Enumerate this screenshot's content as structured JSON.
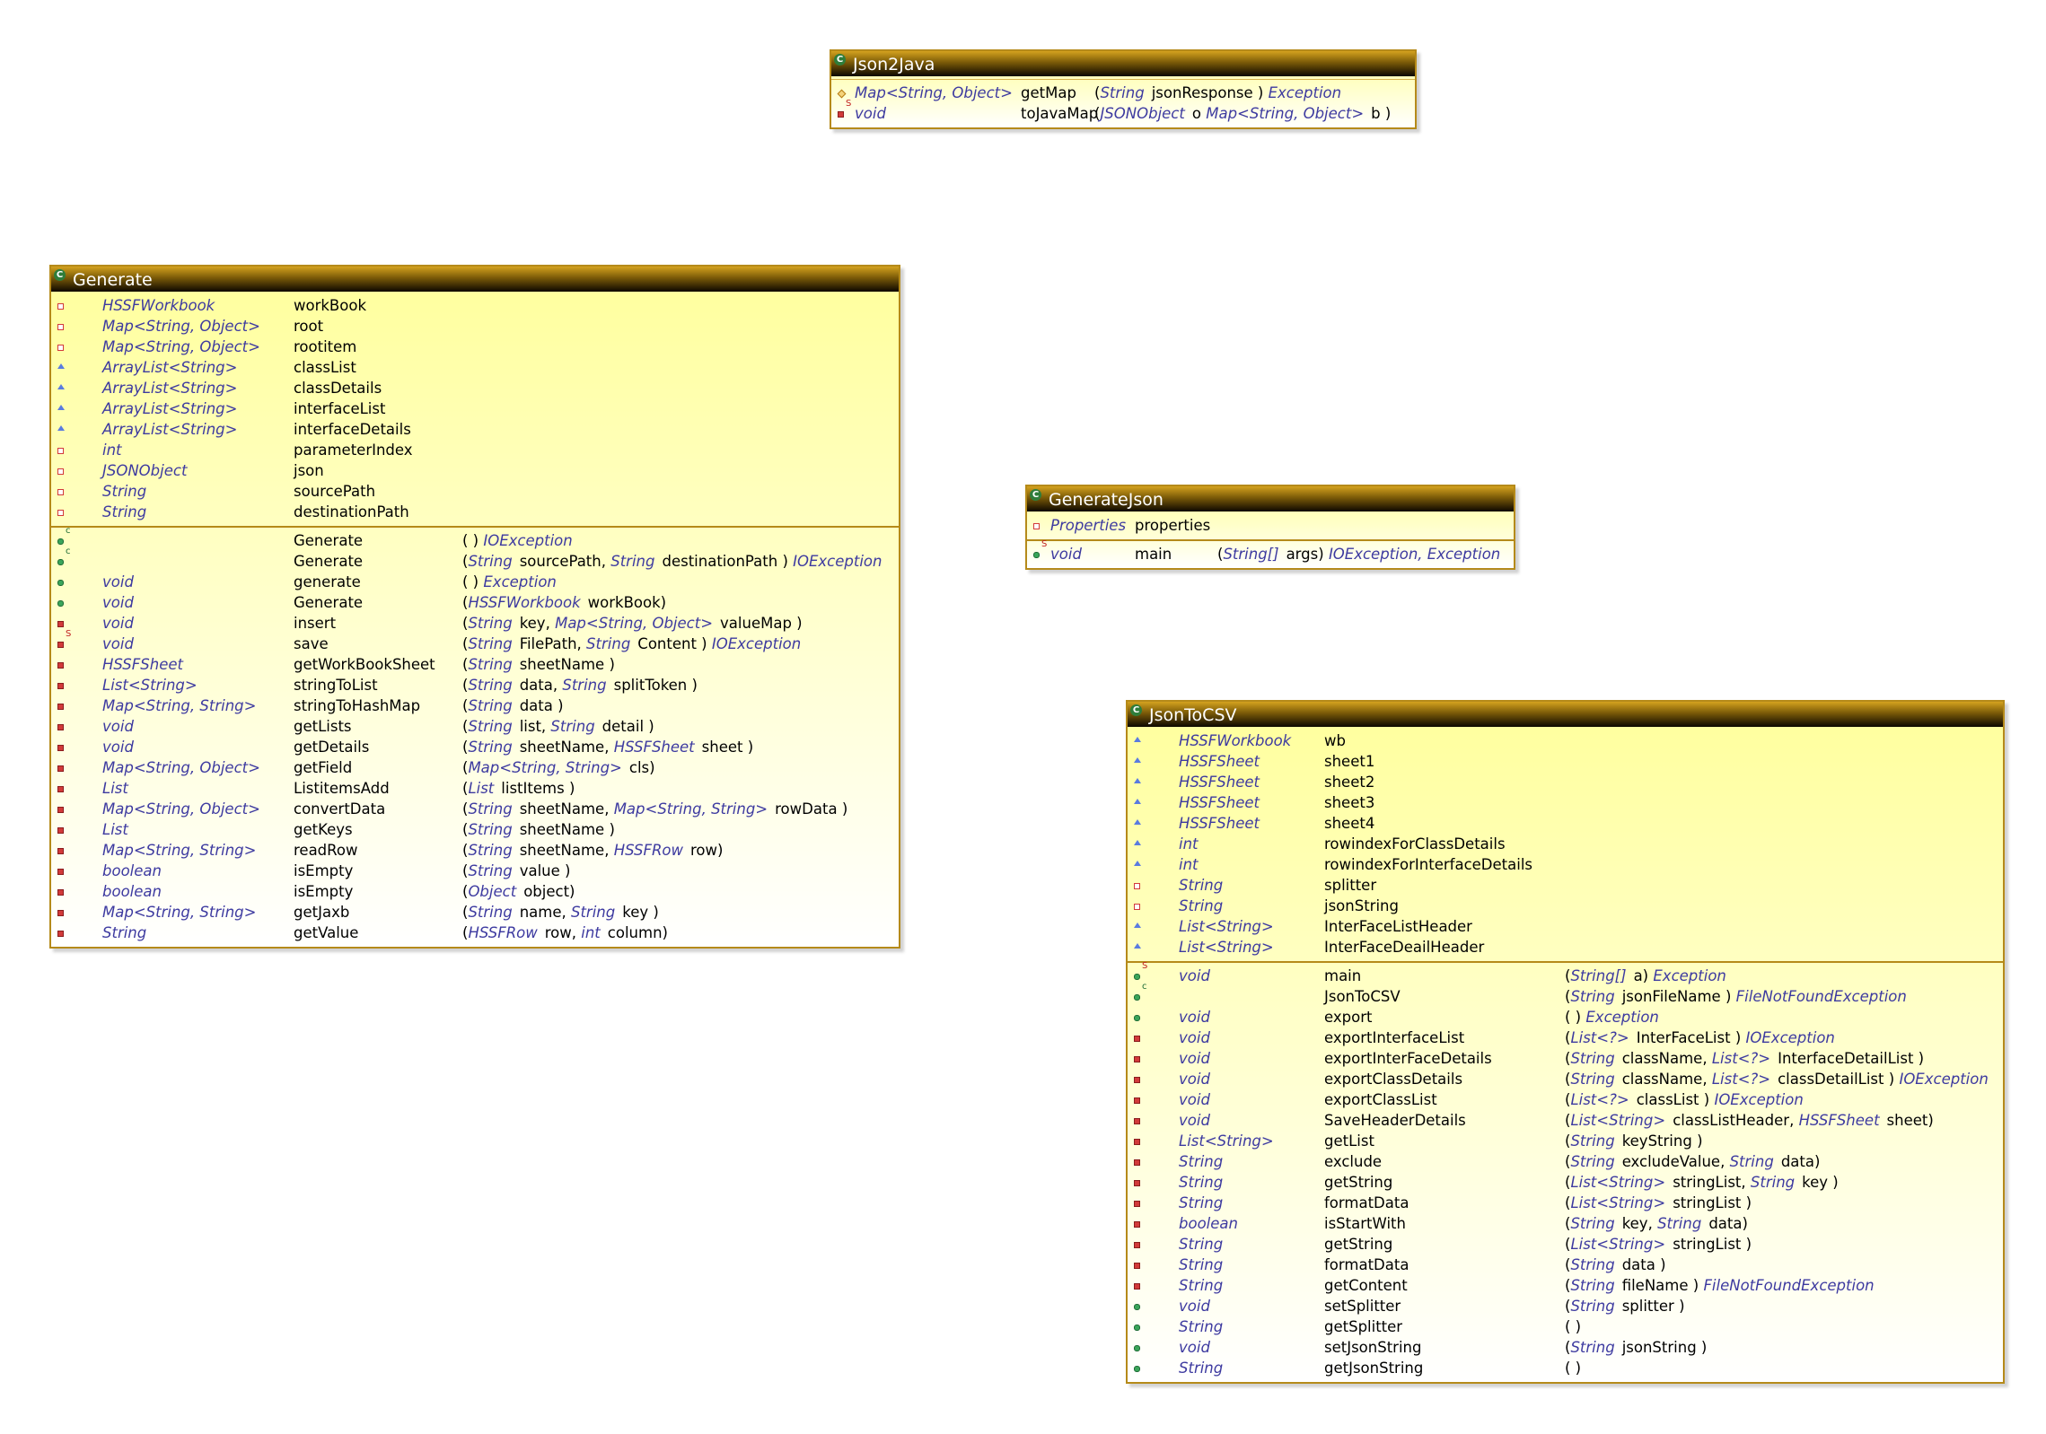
{
  "classes": {
    "json2java": {
      "name": "Json2Java",
      "fields": [],
      "methods": [
        {
          "vis": "protected",
          "mod": "",
          "type": "Map<String, Object>",
          "name": "getMap",
          "params": [
            [
              "String",
              "jsonResponse"
            ]
          ],
          "throws": "Exception"
        },
        {
          "vis": "private",
          "mod": "S",
          "type": "void",
          "name": "toJavaMap",
          "params": [
            [
              "JSONObject",
              "o"
            ],
            [
              "Map<String, Object>",
              "b"
            ]
          ],
          "throws": ""
        }
      ]
    },
    "generate": {
      "name": "Generate",
      "fields": [
        {
          "vis": "private",
          "type": "HSSFWorkbook",
          "name": "workBook"
        },
        {
          "vis": "private",
          "type": "Map<String, Object>",
          "name": "root"
        },
        {
          "vis": "private",
          "type": "Map<String, Object>",
          "name": "rootitem"
        },
        {
          "vis": "package",
          "type": "ArrayList<String>",
          "name": "classList"
        },
        {
          "vis": "package",
          "type": "ArrayList<String>",
          "name": "classDetails"
        },
        {
          "vis": "package",
          "type": "ArrayList<String>",
          "name": "interfaceList"
        },
        {
          "vis": "package",
          "type": "ArrayList<String>",
          "name": "interfaceDetails"
        },
        {
          "vis": "private",
          "type": "int",
          "name": "parameterIndex"
        },
        {
          "vis": "private",
          "type": "JSONObject",
          "name": "json"
        },
        {
          "vis": "private",
          "type": "String",
          "name": "sourcePath"
        },
        {
          "vis": "private",
          "type": "String",
          "name": "destinationPath"
        }
      ],
      "methods": [
        {
          "vis": "public",
          "mod": "c",
          "type": "",
          "name": "Generate",
          "params": [],
          "throws": "IOException"
        },
        {
          "vis": "public",
          "mod": "c",
          "type": "",
          "name": "Generate",
          "params": [
            [
              "String",
              "sourcePath,"
            ],
            [
              "String",
              "destinationPath"
            ]
          ],
          "throws": "IOException"
        },
        {
          "vis": "public",
          "mod": "",
          "type": "void",
          "name": "generate",
          "params": [],
          "throws": "Exception"
        },
        {
          "vis": "public",
          "mod": "",
          "type": "void",
          "name": "Generate",
          "params": [
            [
              "HSSFWorkbook",
              "workBook)"
            ]
          ],
          "throws": ""
        },
        {
          "vis": "private",
          "mod": "",
          "type": "void",
          "name": "insert",
          "params": [
            [
              "String",
              "key,"
            ],
            [
              "Map<String, Object>",
              "valueMap"
            ]
          ],
          "throws": ""
        },
        {
          "vis": "private",
          "mod": "S",
          "type": "void",
          "name": "save",
          "params": [
            [
              "String",
              "FilePath,"
            ],
            [
              "String",
              "Content"
            ]
          ],
          "throws": "IOException"
        },
        {
          "vis": "private",
          "mod": "",
          "type": "HSSFSheet",
          "name": "getWorkBookSheet",
          "params": [
            [
              "String",
              "sheetName"
            ]
          ],
          "throws": ""
        },
        {
          "vis": "private",
          "mod": "",
          "type": "List<String>",
          "name": "stringToList",
          "params": [
            [
              "String",
              "data,"
            ],
            [
              "String",
              "splitToken"
            ]
          ],
          "throws": ""
        },
        {
          "vis": "private",
          "mod": "",
          "type": "Map<String, String>",
          "name": "stringToHashMap",
          "params": [
            [
              "String",
              "data"
            ]
          ],
          "throws": ""
        },
        {
          "vis": "private",
          "mod": "",
          "type": "void",
          "name": "getLists",
          "params": [
            [
              "String",
              "list,"
            ],
            [
              "String",
              "detail"
            ]
          ],
          "throws": ""
        },
        {
          "vis": "private",
          "mod": "",
          "type": "void",
          "name": "getDetails",
          "params": [
            [
              "String",
              "sheetName,"
            ],
            [
              "HSSFSheet",
              "sheet"
            ]
          ],
          "throws": ""
        },
        {
          "vis": "private",
          "mod": "",
          "type": "Map<String, Object>",
          "name": "getField",
          "params": [
            [
              "Map<String, String>",
              "cls)"
            ]
          ],
          "throws": ""
        },
        {
          "vis": "private",
          "mod": "",
          "type": "List",
          "name": "ListitemsAdd",
          "params": [
            [
              "List",
              "listItems"
            ]
          ],
          "throws": ""
        },
        {
          "vis": "private",
          "mod": "",
          "type": "Map<String, Object>",
          "name": "convertData",
          "params": [
            [
              "String",
              "sheetName,"
            ],
            [
              "Map<String, String>",
              "rowData"
            ]
          ],
          "throws": ""
        },
        {
          "vis": "private",
          "mod": "",
          "type": "List",
          "name": "getKeys",
          "params": [
            [
              "String",
              "sheetName"
            ]
          ],
          "throws": ""
        },
        {
          "vis": "private",
          "mod": "",
          "type": "Map<String, String>",
          "name": "readRow",
          "params": [
            [
              "String",
              "sheetName,"
            ],
            [
              "HSSFRow",
              "row)"
            ]
          ],
          "throws": ""
        },
        {
          "vis": "private",
          "mod": "",
          "type": "boolean",
          "name": "isEmpty",
          "params": [
            [
              "String",
              "value"
            ]
          ],
          "throws": ""
        },
        {
          "vis": "private",
          "mod": "",
          "type": "boolean",
          "name": "isEmpty",
          "params": [
            [
              "Object",
              "object)"
            ]
          ],
          "throws": ""
        },
        {
          "vis": "private",
          "mod": "",
          "type": "Map<String, String>",
          "name": "getJaxb",
          "params": [
            [
              "String",
              "name,"
            ],
            [
              "String",
              "key"
            ]
          ],
          "throws": ""
        },
        {
          "vis": "private",
          "mod": "",
          "type": "String",
          "name": "getValue",
          "params": [
            [
              "HSSFRow",
              "row,"
            ],
            [
              "int",
              "column)"
            ]
          ],
          "throws": ""
        }
      ]
    },
    "generatejson": {
      "name": "GenerateJson",
      "fields": [
        {
          "vis": "private",
          "type": "Properties",
          "name": "properties"
        }
      ],
      "methods": [
        {
          "vis": "public",
          "mod": "S",
          "type": "void",
          "name": "main",
          "params": [
            [
              "String[]",
              "args)"
            ]
          ],
          "throws": "IOException,  Exception"
        }
      ]
    },
    "jsontocsv": {
      "name": "JsonToCSV",
      "fields": [
        {
          "vis": "package",
          "type": "HSSFWorkbook",
          "name": "wb"
        },
        {
          "vis": "package",
          "type": "HSSFSheet",
          "name": "sheet1"
        },
        {
          "vis": "package",
          "type": "HSSFSheet",
          "name": "sheet2"
        },
        {
          "vis": "package",
          "type": "HSSFSheet",
          "name": "sheet3"
        },
        {
          "vis": "package",
          "type": "HSSFSheet",
          "name": "sheet4"
        },
        {
          "vis": "package",
          "type": "int",
          "name": "rowindexForClassDetails"
        },
        {
          "vis": "package",
          "type": "int",
          "name": "rowindexForInterfaceDetails"
        },
        {
          "vis": "private",
          "type": "String",
          "name": "splitter"
        },
        {
          "vis": "private",
          "type": "String",
          "name": "jsonString"
        },
        {
          "vis": "package",
          "type": "List<String>",
          "name": "InterFaceListHeader"
        },
        {
          "vis": "package",
          "type": "List<String>",
          "name": "InterFaceDeailHeader"
        }
      ],
      "methods": [
        {
          "vis": "public",
          "mod": "S",
          "type": "void",
          "name": "main",
          "params": [
            [
              "String[]",
              "a)"
            ]
          ],
          "throws": "Exception"
        },
        {
          "vis": "public",
          "mod": "c",
          "type": "",
          "name": "JsonToCSV",
          "params": [
            [
              "String",
              "jsonFileName"
            ]
          ],
          "throws": "FileNotFoundException"
        },
        {
          "vis": "public",
          "mod": "",
          "type": "void",
          "name": "export",
          "params": [],
          "throws": "Exception"
        },
        {
          "vis": "private",
          "mod": "",
          "type": "void",
          "name": "exportInterfaceList",
          "params": [
            [
              "List<?>",
              "InterFaceList"
            ]
          ],
          "throws": "IOException"
        },
        {
          "vis": "private",
          "mod": "",
          "type": "void",
          "name": "exportInterFaceDetails",
          "params": [
            [
              "String",
              "className,"
            ],
            [
              "List<?>",
              "InterfaceDetailList"
            ]
          ],
          "throws": ""
        },
        {
          "vis": "private",
          "mod": "",
          "type": "void",
          "name": "exportClassDetails",
          "params": [
            [
              "String",
              "className,"
            ],
            [
              "List<?>",
              "classDetailList"
            ]
          ],
          "throws": "IOException"
        },
        {
          "vis": "private",
          "mod": "",
          "type": "void",
          "name": "exportClassList",
          "params": [
            [
              "List<?>",
              "classList"
            ]
          ],
          "throws": "IOException"
        },
        {
          "vis": "private",
          "mod": "",
          "type": "void",
          "name": "SaveHeaderDetails",
          "params": [
            [
              "List<String>",
              "classListHeader,"
            ],
            [
              "HSSFSheet",
              "sheet)"
            ]
          ],
          "throws": ""
        },
        {
          "vis": "private",
          "mod": "",
          "type": "List<String>",
          "name": "getList",
          "params": [
            [
              "String",
              "keyString"
            ]
          ],
          "throws": ""
        },
        {
          "vis": "private",
          "mod": "",
          "type": "String",
          "name": "exclude",
          "params": [
            [
              "String",
              "excludeValue,"
            ],
            [
              "String",
              "data)"
            ]
          ],
          "throws": ""
        },
        {
          "vis": "private",
          "mod": "",
          "type": "String",
          "name": "getString",
          "params": [
            [
              "List<String>",
              "stringList,"
            ],
            [
              "String",
              "key"
            ]
          ],
          "throws": ""
        },
        {
          "vis": "private",
          "mod": "",
          "type": "String",
          "name": "formatData",
          "params": [
            [
              "List<String>",
              "stringList"
            ]
          ],
          "throws": ""
        },
        {
          "vis": "private",
          "mod": "",
          "type": "boolean",
          "name": "isStartWith",
          "params": [
            [
              "String",
              "key,"
            ],
            [
              "String",
              "data)"
            ]
          ],
          "throws": ""
        },
        {
          "vis": "private",
          "mod": "",
          "type": "String",
          "name": "getString",
          "params": [
            [
              "List<String>",
              "stringList"
            ]
          ],
          "throws": ""
        },
        {
          "vis": "private",
          "mod": "",
          "type": "String",
          "name": "formatData",
          "params": [
            [
              "String",
              "data"
            ]
          ],
          "throws": ""
        },
        {
          "vis": "private",
          "mod": "",
          "type": "String",
          "name": "getContent",
          "params": [
            [
              "String",
              "fileName"
            ]
          ],
          "throws": "FileNotFoundException"
        },
        {
          "vis": "public",
          "mod": "",
          "type": "void",
          "name": "setSplitter",
          "params": [
            [
              "String",
              "splitter"
            ]
          ],
          "throws": ""
        },
        {
          "vis": "public",
          "mod": "",
          "type": "String",
          "name": "getSplitter",
          "params": [],
          "throws": ""
        },
        {
          "vis": "public",
          "mod": "",
          "type": "void",
          "name": "setJsonString",
          "params": [
            [
              "String",
              "jsonString"
            ]
          ],
          "throws": ""
        },
        {
          "vis": "public",
          "mod": "",
          "type": "String",
          "name": "getJsonString",
          "params": [],
          "throws": ""
        }
      ]
    }
  }
}
